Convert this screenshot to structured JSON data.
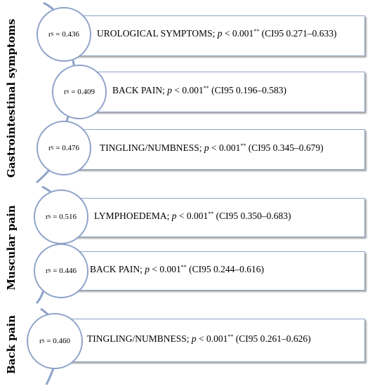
{
  "colors": {
    "accent": "#8fa3c9",
    "text": "#000000"
  },
  "groups": [
    {
      "label": "Gastrointestinal symptoms",
      "items": [
        {
          "rs_symbol": "r",
          "rs_sub": "S",
          "rs_value": "= 0.436",
          "name": "UROLOGICAL SYMPTOMS; ",
          "p_label": "p",
          "p_rest": " < 0.001",
          "sig": "**",
          "ci": " (CI95 0.271–0.633)"
        },
        {
          "rs_symbol": "r",
          "rs_sub": "S",
          "rs_value": "= 0.409",
          "name": "BACK PAIN; ",
          "p_label": "p",
          "p_rest": " < 0.001",
          "sig": "**",
          "ci": " (CI95 0.196–0.583)"
        },
        {
          "rs_symbol": "r",
          "rs_sub": "S",
          "rs_value": "= 0.476",
          "name": "TINGLING/NUMBNESS; ",
          "p_label": "p",
          "p_rest": " < 0.001",
          "sig": "**",
          "ci": " (CI95 0.345–0.679)"
        }
      ]
    },
    {
      "label": "Muscular pain",
      "items": [
        {
          "rs_symbol": "r",
          "rs_sub": "S",
          "rs_value": "= 0.516",
          "name": "LYMPHOEDEMA; ",
          "p_label": "p",
          "p_rest": " < 0.001",
          "sig": "**",
          "ci": " (CI95 0.350–0.683)"
        },
        {
          "rs_symbol": "r",
          "rs_sub": "S",
          "rs_value": "= 0.446",
          "name": "BACK PAIN; ",
          "p_label": "p",
          "p_rest": " < 0.001",
          "sig": "**",
          "ci": " (CI95 0.244–0.616)"
        }
      ]
    },
    {
      "label": "Back pain",
      "items": [
        {
          "rs_symbol": "r",
          "rs_sub": "S",
          "rs_value": "= 0.460",
          "name": "TINGLING/NUMBNESS; ",
          "p_label": "p",
          "p_rest": " < 0.001",
          "sig": "**",
          "ci": " (CI95 0.261–0.626)"
        }
      ]
    }
  ]
}
